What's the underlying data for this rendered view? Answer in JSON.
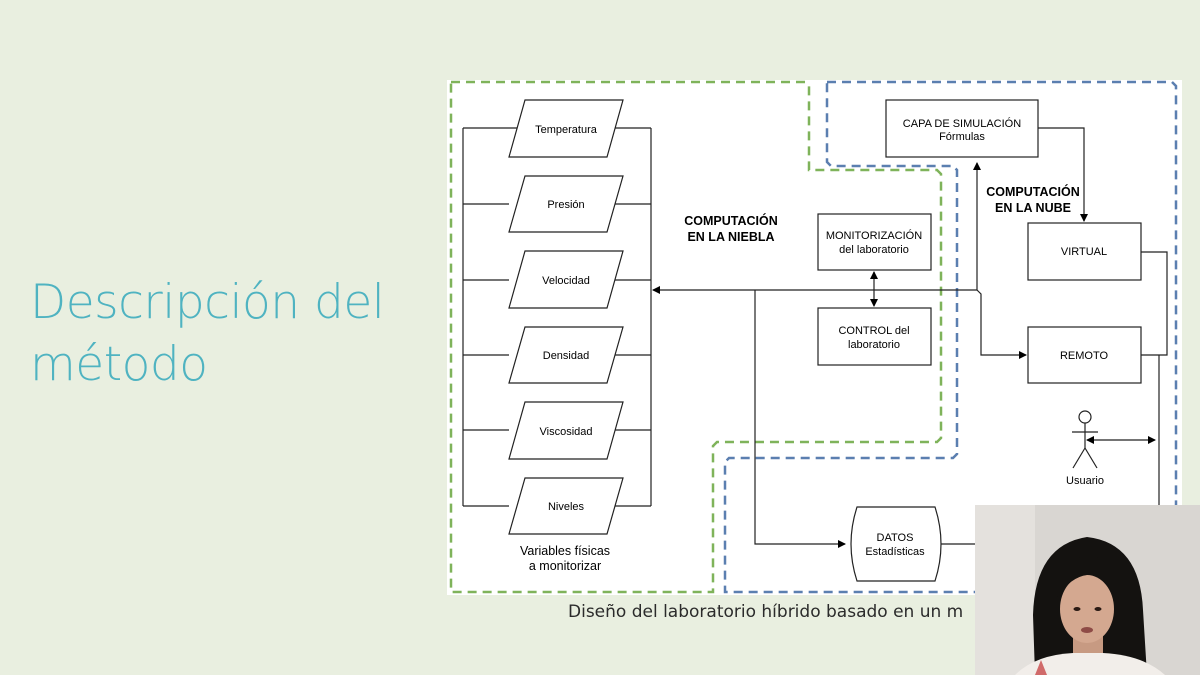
{
  "slide": {
    "title_line1": "Descripción del",
    "title_line2": "método",
    "caption": "Diseño del laboratorio híbrido basado en un m"
  },
  "diagram": {
    "variables": [
      "Temperatura",
      "Presión",
      "Velocidad",
      "Densidad",
      "Viscosidad",
      "Niveles"
    ],
    "variables_label_line1": "Variables físicas",
    "variables_label_line2": "a monitorizar",
    "fog_label_line1": "COMPUTACIÓN",
    "fog_label_line2": "EN LA NIEBLA",
    "cloud_label_line1": "COMPUTACIÓN",
    "cloud_label_line2": "EN LA NUBE",
    "monitor_line1": "MONITORIZACIÓN",
    "monitor_line2": "del laboratorio",
    "control_line1": "CONTROL del",
    "control_line2": "laboratorio",
    "simulation_line1": "CAPA DE SIMULACIÓN",
    "simulation_line2": "Fórmulas",
    "virtual": "VIRTUAL",
    "remote": "REMOTO",
    "user": "Usuario",
    "data_line1": "DATOS",
    "data_line2": "Estadísticas"
  },
  "colors": {
    "title": "#4fb3c1",
    "background": "#e9efe0",
    "fog_border": "#7fb35a",
    "cloud_border": "#5b7fb0"
  }
}
